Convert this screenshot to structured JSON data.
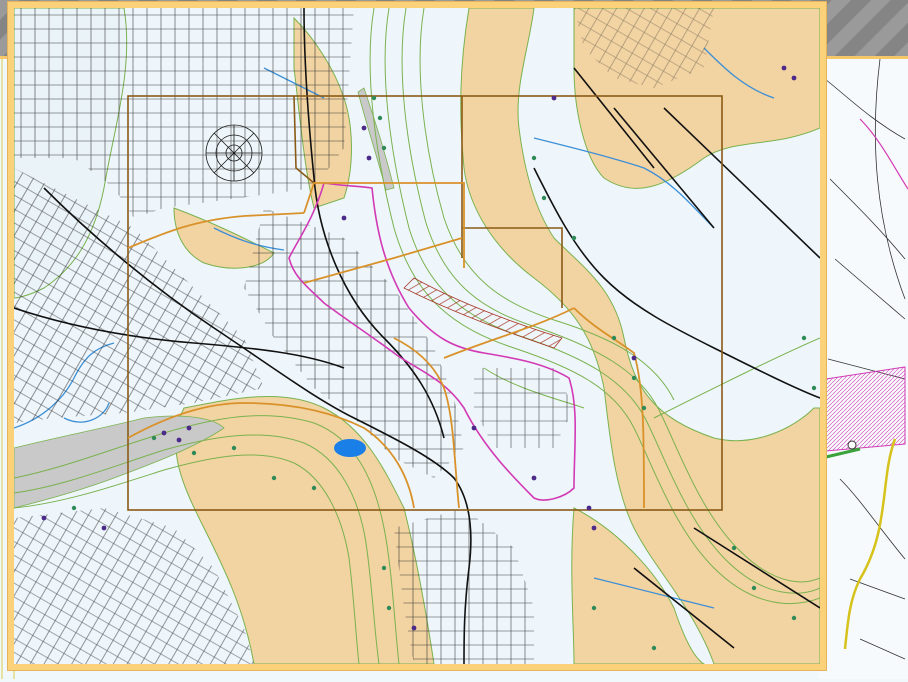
{
  "map": {
    "colors": {
      "water": "#eef6fb",
      "land_tan": "#f2d3a2",
      "marsh_gray": "#c7c7c7",
      "roads": "#1a1a1a",
      "contours": "#7ab24f",
      "creeks": "#3d8fd6",
      "grid_lines": "#8a5a16",
      "tract_lines": "#d9922a",
      "boundary_magenta": "#d23ab5",
      "points_green": "#2e8b57",
      "points_purple": "#4b2a8a",
      "frame_border": "#fbd27a",
      "pond_blue": "#1b7fe8"
    },
    "layers": [
      "roads",
      "water",
      "contours",
      "parcels",
      "grid",
      "points"
    ]
  }
}
